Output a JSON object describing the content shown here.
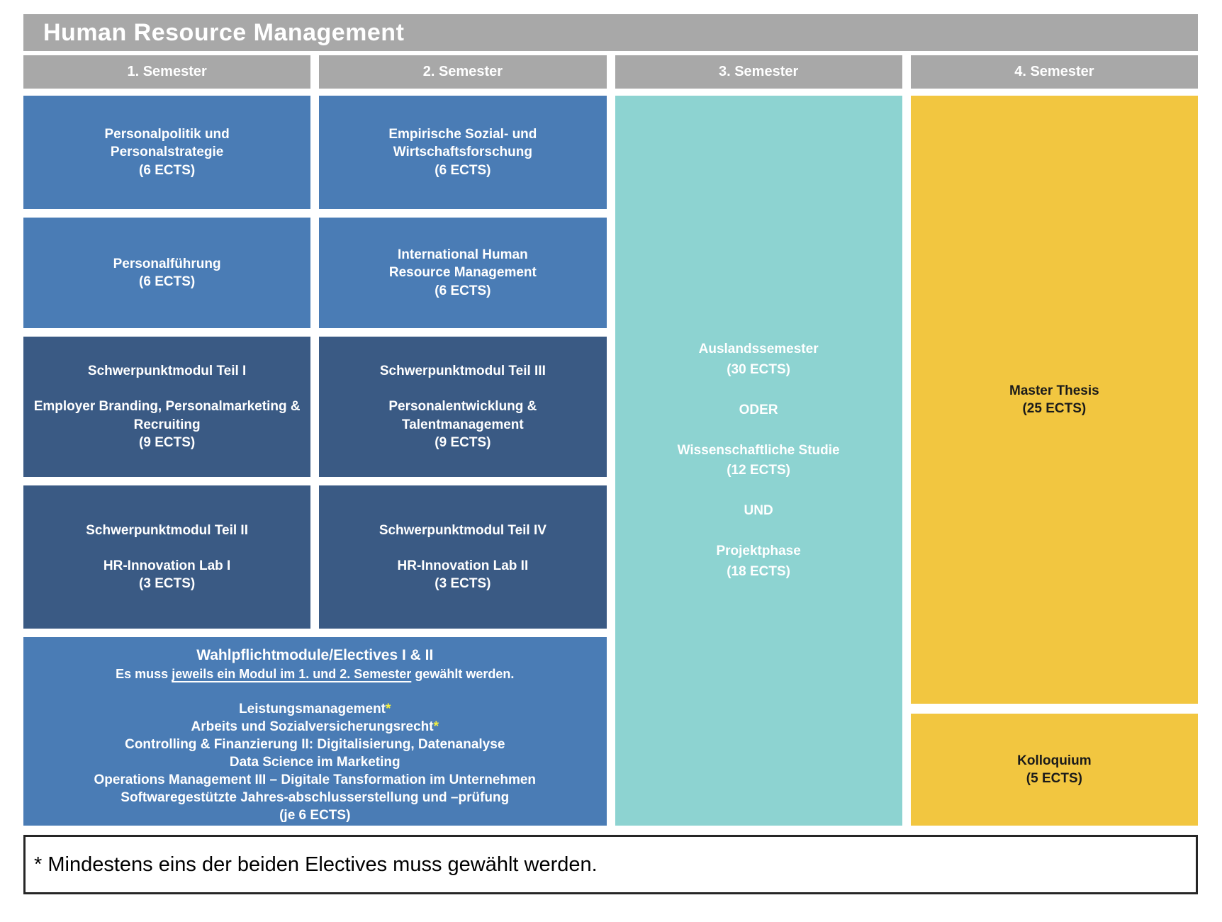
{
  "title": "Human Resource Management",
  "semester_headers": [
    "1. Semester",
    "2. Semester",
    "3. Semester",
    "4. Semester"
  ],
  "modules": {
    "s1m1": "Personalpolitik und\nPersonalstrategie\n(6 ECTS)",
    "s1m2": "Personalführung\n(6 ECTS)",
    "s1m3": "Schwerpunktmodul Teil I\n\nEmployer Branding, Personalmarketing &\nRecruiting\n(9 ECTS)",
    "s1m4": "Schwerpunktmodul Teil II\n\nHR-Innovation Lab I\n(3 ECTS)",
    "s2m1": "Empirische Sozial- und\nWirtschaftsforschung\n(6 ECTS)",
    "s2m2": "International Human\nResource Management\n(6 ECTS)",
    "s2m3": "Schwerpunktmodul Teil III\n\nPersonalentwicklung & Talentmanagement\n(9 ECTS)",
    "s2m4": "Schwerpunktmodul Teil IV\n\nHR-Innovation Lab II\n(3 ECTS)",
    "s3": "Auslandssemester\n(30 ECTS)\n\nODER\n\nWissenschaftliche Studie\n(12 ECTS)\n\nUND\n\nProjektphase\n(18 ECTS)",
    "s4m1": "Master Thesis\n(25 ECTS)",
    "s4m2": "Kolloquium\n(5 ECTS)"
  },
  "electives": {
    "title": "Wahlpflichtmodule/Electives I & II",
    "subtitle_pre": "Es muss ",
    "subtitle_underline": "jeweils ein Modul im 1. und 2. Semester",
    "subtitle_post": " gewählt werden.",
    "items": [
      {
        "text": "Leistungsmanagement",
        "star": "*"
      },
      {
        "text": "Arbeits und Sozialversicherungsrecht",
        "star": "*"
      },
      {
        "text": "Controlling & Finanzierung II: Digitalisierung, Datenanalyse",
        "star": ""
      },
      {
        "text": "Data Science im Marketing",
        "star": ""
      },
      {
        "text": "Operations Management III – Digitale Tansformation im Unternehmen",
        "star": ""
      },
      {
        "text": "Softwaregestützte Jahres-abschlusserstellung und –prüfung",
        "star": ""
      }
    ],
    "ects_note": "(je 6 ECTS)"
  },
  "footnote": "* Mindestens eins der beiden Electives muss gewählt werden.",
  "colors": {
    "header_gray": "#a8a8a8",
    "module_blue": "#4a7cb5",
    "module_dark_blue": "#3a5a84",
    "semester3_teal": "#8dd3d1",
    "semester4_yellow": "#f2c640",
    "elective_star_yellow": "#f4f03e",
    "footnote_border": "#262626"
  }
}
